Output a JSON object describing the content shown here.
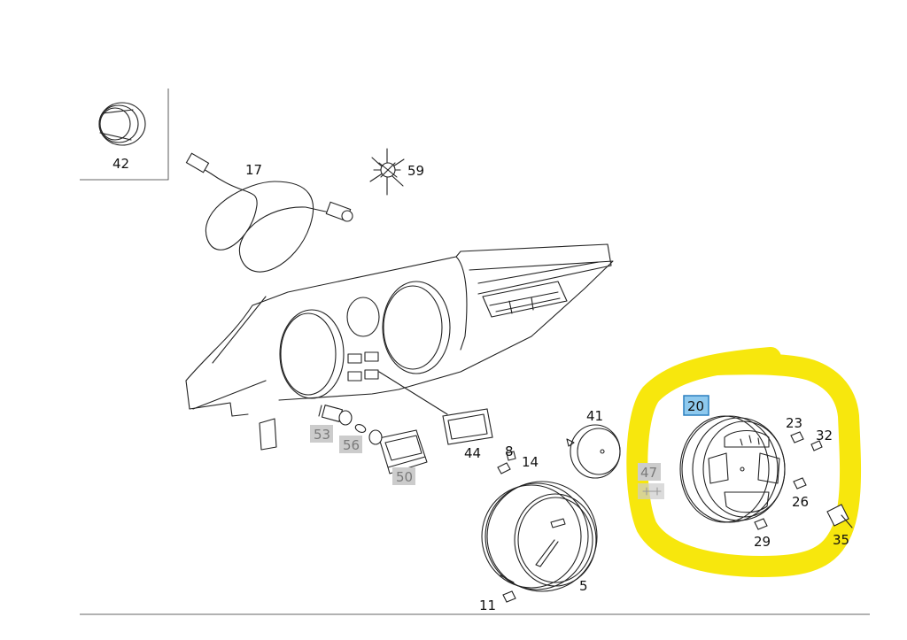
{
  "diagram": {
    "callouts": {
      "p42": "42",
      "p17": "17",
      "p59": "59",
      "p41": "41",
      "p20": "20",
      "p23": "23",
      "p32": "32",
      "p26": "26",
      "p29": "29",
      "p35": "35",
      "p53": "53",
      "p56": "56",
      "p50": "50",
      "p44": "44",
      "p8": "8",
      "p14": "14",
      "p47": "47",
      "p11": "11",
      "p5": "5"
    },
    "colors": {
      "highlight_marker": "#f7e600",
      "selected_label_bg": "#8ec9ee",
      "selected_label_border": "#2a7fbf",
      "dimmed_label_bg": "#cccccc",
      "dimmed_label_text": "#7a7a7a",
      "line": "#222222"
    }
  }
}
